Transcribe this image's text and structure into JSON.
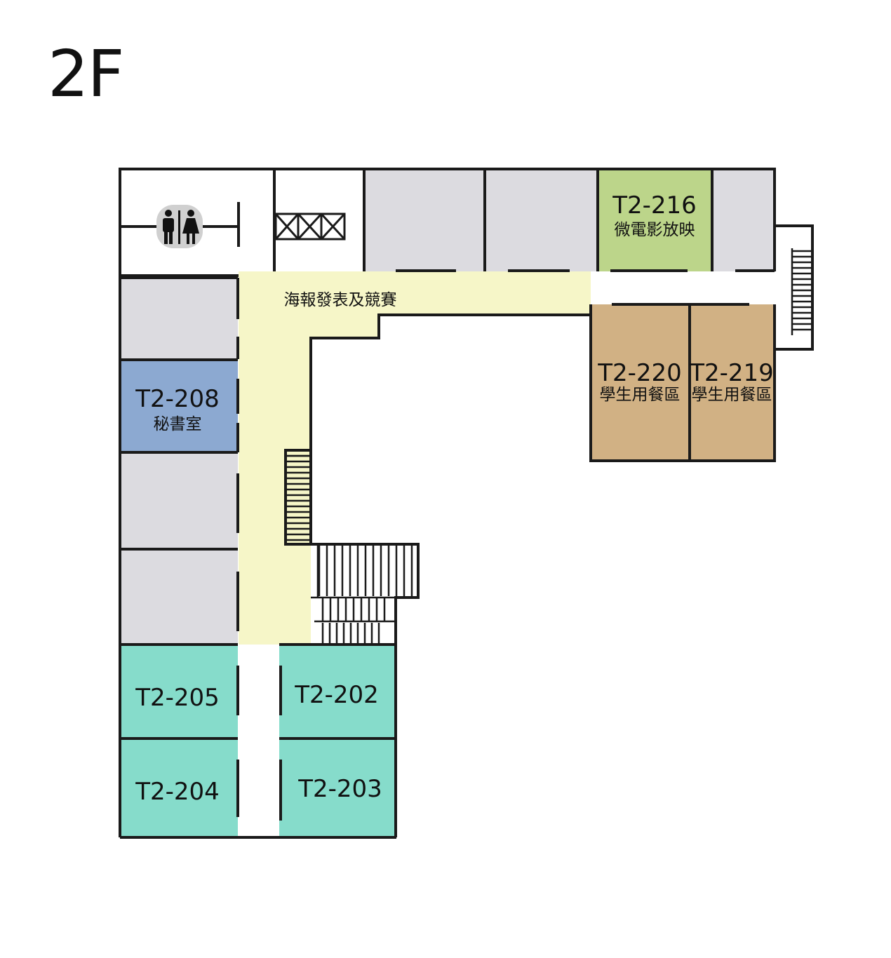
{
  "floor": {
    "label": "2F"
  },
  "colors": {
    "corridor": "#f6f6c8",
    "office": "#dcdbe0",
    "classroom": "#86dccb",
    "secretary": "#8ca9d1",
    "screening": "#bcd58a",
    "dining": "#d1b184",
    "wall": "#1a1a1a"
  },
  "areas": {
    "corridor": {
      "label": "海報發表及競賽"
    }
  },
  "rooms": {
    "t2_216": {
      "code": "T2-216",
      "name": "微電影放映"
    },
    "t2_208": {
      "code": "T2-208",
      "name": "秘書室"
    },
    "t2_220": {
      "code": "T2-220",
      "name": "學生用餐區"
    },
    "t2_219": {
      "code": "T2-219",
      "name": "學生用餐區"
    },
    "t2_205": {
      "code": "T2-205"
    },
    "t2_204": {
      "code": "T2-204"
    },
    "t2_202": {
      "code": "T2-202"
    },
    "t2_203": {
      "code": "T2-203"
    }
  },
  "icons": {
    "restroom": "restroom-icon",
    "elevator": "elevator-icon",
    "stairs": "stairs-icon"
  }
}
